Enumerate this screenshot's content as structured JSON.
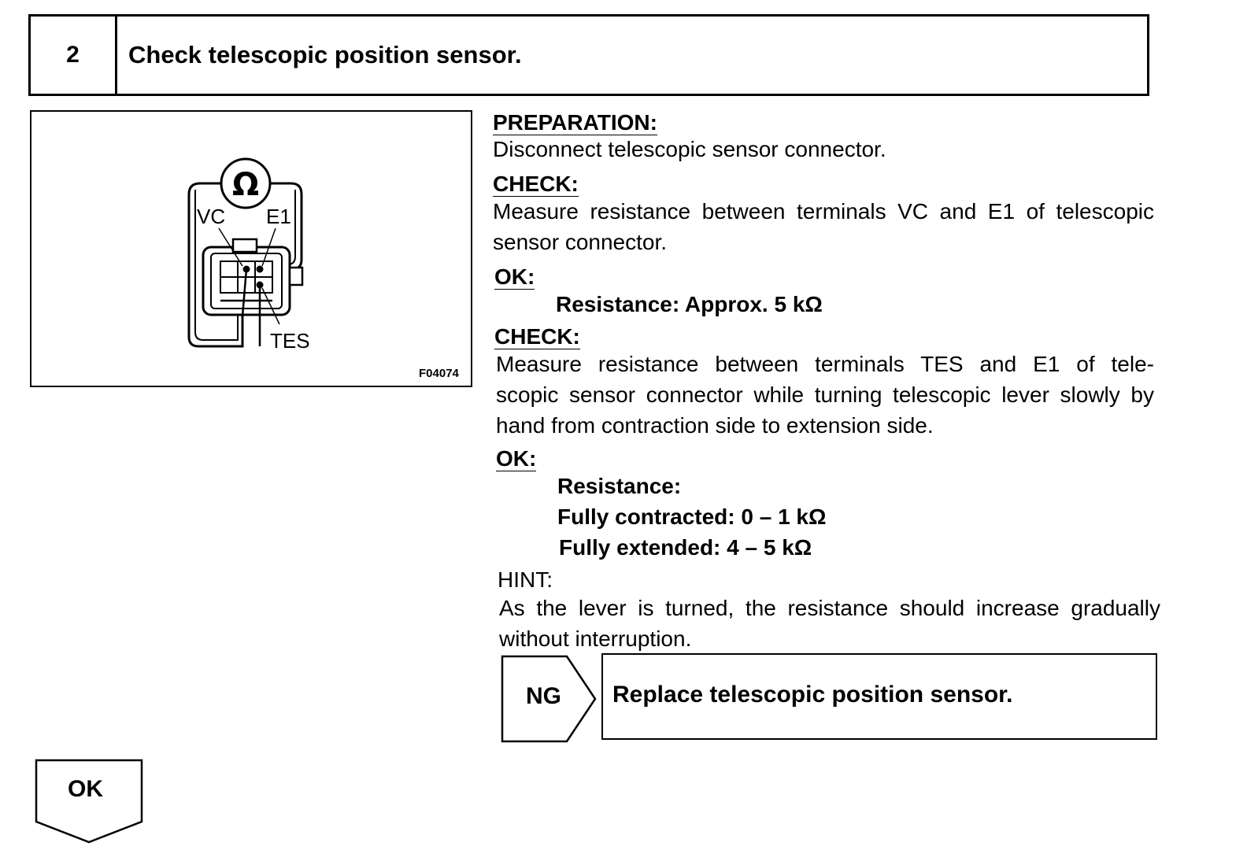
{
  "step": {
    "number": "2",
    "title": "Check telescopic position sensor."
  },
  "figure": {
    "ohm_symbol": "Ω",
    "label_vc": "VC",
    "label_e1": "E1",
    "label_tes": "TES",
    "code": "F04074"
  },
  "preparation": {
    "heading": "PREPARATION:",
    "text": "Disconnect telescopic sensor connector."
  },
  "check1": {
    "heading": "CHECK:",
    "text": "Measure resistance between terminals VC and E1 of telescopic sensor connector.",
    "ok_heading": "OK:",
    "ok_spec": "Resistance: Approx. 5 kΩ"
  },
  "check2": {
    "heading": "CHECK:",
    "text": "Measure resistance between terminals TES and E1 of telescopic sensor connector while turning telescopic lever slowly by hand from contraction side to extension side.",
    "text_line1": "Measure resistance between terminals TES and E1 of tele-",
    "text_line2": "scopic sensor connector while turning telescopic lever slowly by",
    "text_line3": "hand from contraction side to extension side.",
    "ok_heading": "OK:",
    "spec_title": "Resistance:",
    "spec_contracted": "Fully contracted: 0 – 1 kΩ",
    "spec_extended": "Fully extended: 4 – 5 kΩ"
  },
  "hint": {
    "heading": "HINT:",
    "text": "As the lever is turned, the resistance should increase gradually without interruption."
  },
  "ng_branch": {
    "label": "NG",
    "action": "Replace telescopic position sensor."
  },
  "ok_branch": {
    "label": "OK"
  }
}
